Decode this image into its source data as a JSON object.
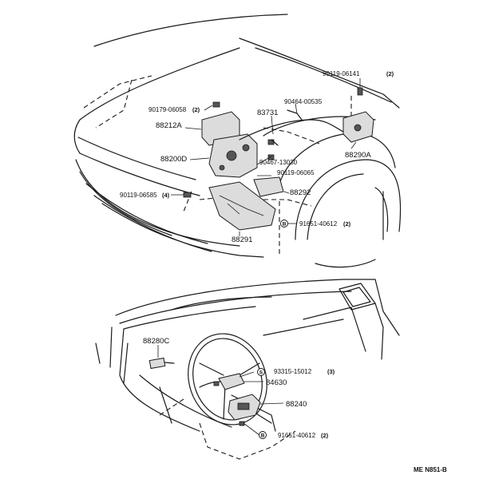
{
  "labels": {
    "p90119_06141": "90119-06141",
    "q_06141": "(2)",
    "p90179_06058": "90179-06058",
    "q_06058": "(2)",
    "p90464_00535": "90464-00535",
    "p83731": "83731",
    "p88212A": "88212A",
    "p88200D": "88200D",
    "p90467_13030": "90467-13030",
    "p90119_06065": "90119-06065",
    "p88290A": "88290A",
    "p90119_06585": "90119-06585",
    "q_06585": "(4)",
    "p88292": "88292",
    "p91651_40612_top": "91651-40612",
    "q_40612_top": "(2)",
    "p88291": "88291",
    "p88280C": "88280C",
    "p93315_15012": "93315-15012",
    "q_15012": "(3)",
    "p84630": "84630",
    "p88240": "88240",
    "p91651_40612_bottom": "91651-40612",
    "q_40612_bottom": "(2)",
    "circle_b": "B",
    "circle_s": "S"
  },
  "diagram_code": "ME N851-B"
}
